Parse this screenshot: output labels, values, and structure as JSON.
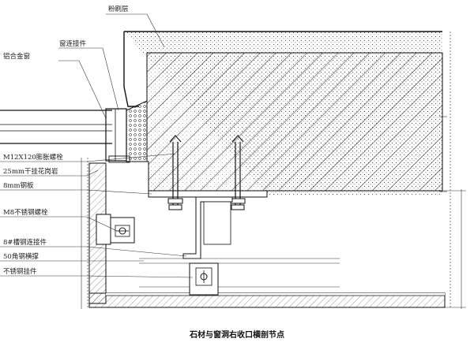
{
  "title": "石材与窗洞右收口横剖节点",
  "labels": {
    "plaster": "粉刷层",
    "window_connector": "窗连接件",
    "aluminum_window": "铝合金窗",
    "expansion_bolt": "M12X120膨胀螺栓",
    "granite": "25mm干挂花岗岩",
    "steel_plate": "8mm钢板",
    "ss_bolt": "M8不锈钢螺栓",
    "channel_connector": "8#槽钢连接件",
    "angle_brace": "50角钢横撑",
    "ss_hanger": "不锈钢挂件"
  },
  "colors": {
    "line": "#111111",
    "hatch": "#222222",
    "background": "#ffffff"
  }
}
